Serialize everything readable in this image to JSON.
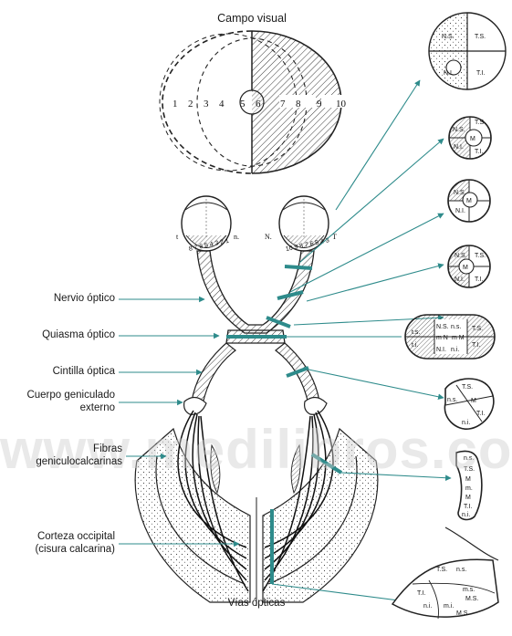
{
  "title": "Campo visual",
  "labels": {
    "nervio": "Nervio óptico",
    "quiasma": "Quiasma óptico",
    "cintilla": "Cintilla óptica",
    "cuerpo_1": "Cuerpo geniculado",
    "cuerpo_2": "externo",
    "fibras_1": "Fibras",
    "fibras_2": "geniculocalcarinas",
    "corteza_1": "Corteza occipital",
    "corteza_2": "(cisura calcarina)",
    "vias": "Vías ópticas"
  },
  "watermark": "www.medilibros.com",
  "field_numbers": [
    "1",
    "2",
    "3",
    "4",
    "5",
    "6",
    "7",
    "8",
    "9",
    "10"
  ],
  "eye_left": {
    "side_t": "t",
    "side_n": "n.",
    "digits": "8 7 6 5 4 3 2 1"
  },
  "eye_right": {
    "side_n": "N.",
    "side_t": "T",
    "digits": "10 9 8 7 6 5 4 3"
  },
  "quadrants": {
    "ns": "N.S.",
    "ts": "T.S.",
    "ni": "N.I.",
    "ti": "T.I.",
    "m": "M"
  },
  "chiasm_panel": {
    "ts_l": "t.s.",
    "ti_l": "t.i.",
    "ns": "N.S.",
    "ni": "N.I.",
    "mn": "m N",
    "mm": "m M",
    "ns_s": "n.s.",
    "ni_s": "n.i.",
    "ts": "T.S.",
    "ti": "T.I."
  },
  "tract_panel": {
    "ts": "T.S.",
    "ns": "n.s.",
    "m": "M",
    "ti": "T.I.",
    "ni": "n.i."
  },
  "radiation_panel": {
    "ns": "n.s.",
    "ts": "T.S.",
    "m1": "M",
    "m2": "m.",
    "m3": "M",
    "ti": "T.I.",
    "ni": "n.i."
  },
  "cortex_panel": {
    "ts": "T.S.",
    "ns": "n.s.",
    "ti": "T.I.",
    "ms": "m.s.",
    "ni": "n.i.",
    "mi": "m.i.",
    "Ms1": "M.S.",
    "Ms2": "M.S."
  },
  "colors": {
    "teal": "#2e8b8b",
    "ink": "#1a1a1a"
  }
}
